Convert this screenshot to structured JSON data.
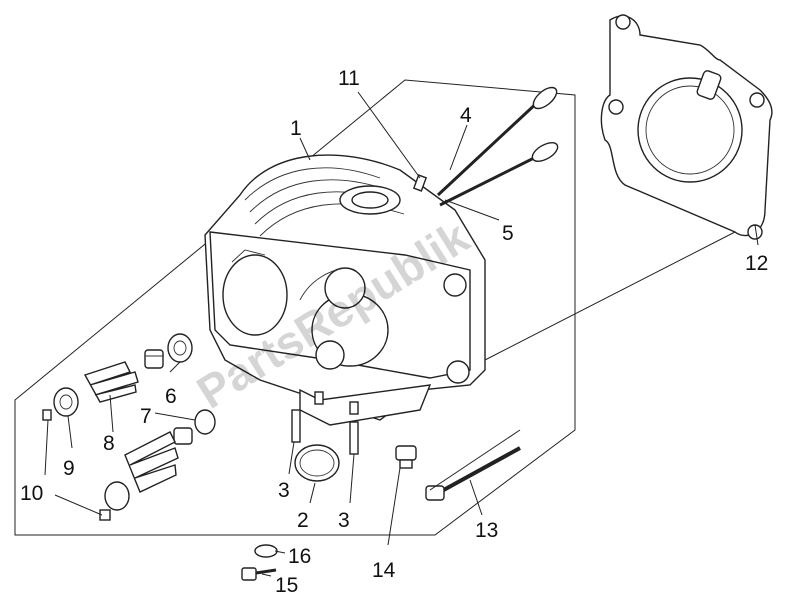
{
  "watermark": "PartsRepublik",
  "callouts": [
    {
      "id": "1",
      "label": "1"
    },
    {
      "id": "2",
      "label": "2"
    },
    {
      "id": "3a",
      "label": "3"
    },
    {
      "id": "3b",
      "label": "3"
    },
    {
      "id": "4",
      "label": "4"
    },
    {
      "id": "5",
      "label": "5"
    },
    {
      "id": "6",
      "label": "6"
    },
    {
      "id": "7",
      "label": "7"
    },
    {
      "id": "8",
      "label": "8"
    },
    {
      "id": "9",
      "label": "9"
    },
    {
      "id": "10",
      "label": "10"
    },
    {
      "id": "11",
      "label": "11"
    },
    {
      "id": "12",
      "label": "12"
    },
    {
      "id": "13",
      "label": "13"
    },
    {
      "id": "14",
      "label": "14"
    },
    {
      "id": "15",
      "label": "15"
    },
    {
      "id": "16",
      "label": "16"
    }
  ]
}
